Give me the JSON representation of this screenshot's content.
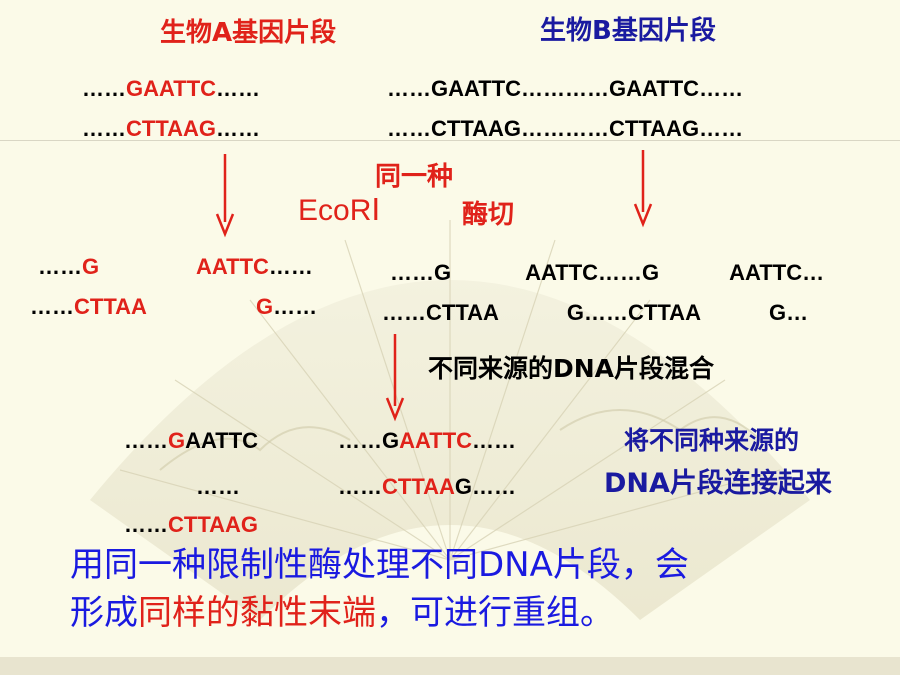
{
  "titles": {
    "organism_a": "生物A基因片段",
    "organism_b": "生物B基因片段"
  },
  "seq_a": {
    "top": {
      "p1": "……",
      "p2": "GAATTC",
      "p3": "……"
    },
    "bottom": {
      "p1": "……",
      "p2": "CTTAAG",
      "p3": "……"
    }
  },
  "seq_b": {
    "top": {
      "p1": "……",
      "p2": "GAATTC",
      "p3": "…………",
      "p4": "GAATTC",
      "p5": "……"
    },
    "bottom": {
      "p1": "……",
      "p2": "CTTAAG",
      "p3": "…………",
      "p4": "CTTAAG",
      "p5": "……"
    }
  },
  "enzyme": {
    "line1": "同一种",
    "name": "EcoR",
    "numeral": "Ⅰ",
    "cut": "酶切"
  },
  "cut_a": {
    "top_left": {
      "p1": "……",
      "p2": "G"
    },
    "top_right": {
      "p1": "AATTC",
      "p2": "……"
    },
    "bottom_left": {
      "p1": "……",
      "p2": "CTTAA"
    },
    "bottom_right": {
      "p1": "G",
      "p2": "……"
    }
  },
  "cut_b": {
    "top": {
      "p1": "……",
      "p2": "G",
      "p3": "AATTC",
      "p4": "……",
      "p5": "G",
      "p6": "AATTC",
      "p7": "…"
    },
    "bottom": {
      "p1": "……",
      "p2": "CTTAA",
      "p3": "G",
      "p4": "……",
      "p5": "CTTAA",
      "p6": "G",
      "p7": "…"
    }
  },
  "mix_label": "不同来源的DNA片段混合",
  "joined_left": {
    "top": {
      "p1": "……",
      "p2": "G",
      "p3": "AATTC"
    },
    "middle": "……",
    "bottom": {
      "p1": "……",
      "p2": "CTTAAG"
    }
  },
  "joined_right": {
    "top": {
      "p1": "……",
      "p2": "G",
      "p3": "AATTC",
      "p4": "……"
    },
    "bottom": {
      "p1": "……",
      "p2": "CTTAA",
      "p3": "G",
      "p4": "……"
    }
  },
  "join_label": {
    "line1": "将不同种来源的",
    "line2": "DNA片段连接起来"
  },
  "conclusion": {
    "part1": "用同一种限制性酶处理不同DNA片段，会",
    "part2": "形成",
    "highlight": "同样的黏性末端",
    "part3": "，可进行重组。"
  },
  "colors": {
    "red": "#e0221a",
    "blue": "#1a1aa0",
    "text": "#000000",
    "arrow": "#e0221a"
  }
}
